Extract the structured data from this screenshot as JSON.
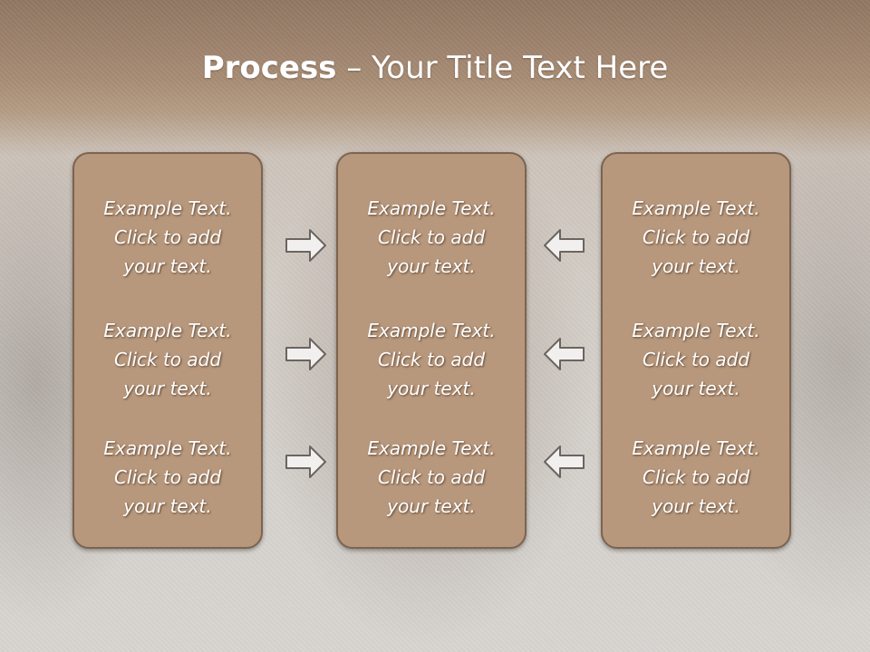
{
  "slide": {
    "title_bold": "Process",
    "title_rest": " – Your Title Text Here"
  },
  "boxes": [
    {
      "items": [
        {
          "line1": "Example Text.",
          "line2": "Click  to add",
          "line3": "your text."
        },
        {
          "line1": "Example Text.",
          "line2": "Click  to add",
          "line3": "your text."
        },
        {
          "line1": "Example Text.",
          "line2": "Click  to add",
          "line3": "your text."
        }
      ]
    },
    {
      "items": [
        {
          "line1": "Example Text.",
          "line2": "Click  to add",
          "line3": "your text."
        },
        {
          "line1": "Example Text.",
          "line2": "Click  to add",
          "line3": "your text."
        },
        {
          "line1": "Example Text.",
          "line2": "Click  to add",
          "line3": "your text."
        }
      ]
    },
    {
      "items": [
        {
          "line1": "Example Text.",
          "line2": "Click  to add",
          "line3": "your text."
        },
        {
          "line1": "Example Text.",
          "line2": "Click  to add",
          "line3": "your text."
        },
        {
          "line1": "Example Text.",
          "line2": "Click  to add",
          "line3": "your text."
        }
      ]
    }
  ],
  "arrows": {
    "left_column": [
      "right-arrow-icon",
      "right-arrow-icon",
      "right-arrow-icon"
    ],
    "right_column": [
      "left-arrow-icon",
      "left-arrow-icon",
      "left-arrow-icon"
    ]
  },
  "colors": {
    "box_fill": "#b8987c",
    "box_border": "#7c6450",
    "header_band": "#a88c74",
    "text": "#ffffff"
  }
}
